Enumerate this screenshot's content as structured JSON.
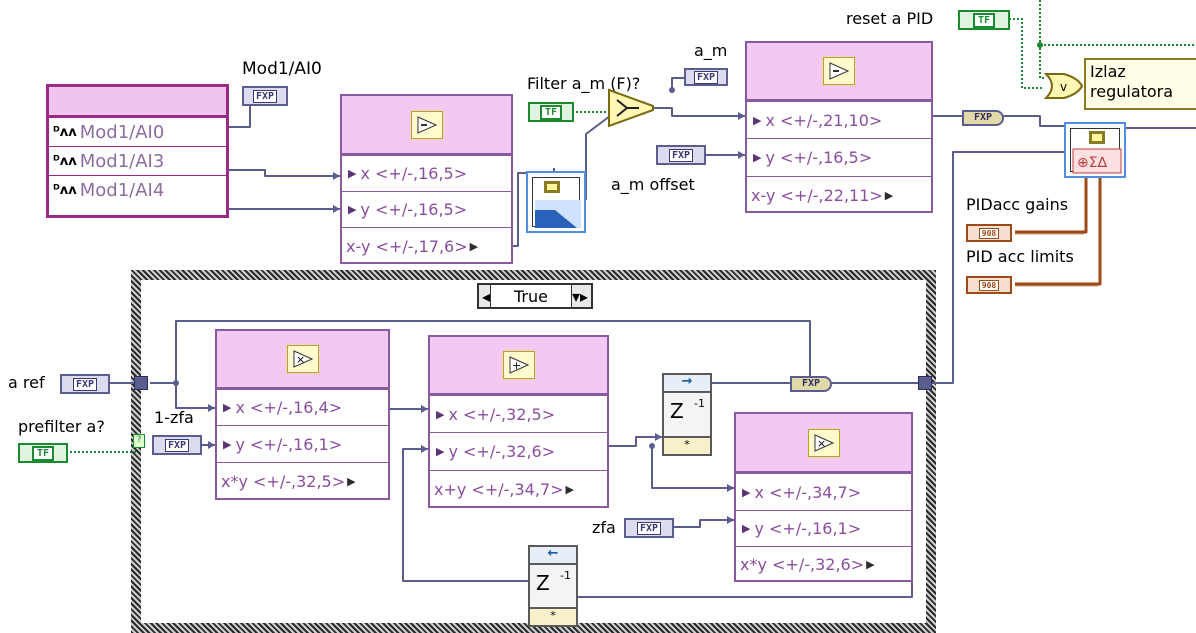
{
  "io_node": {
    "channels": [
      "Mod1/AI0",
      "Mod1/AI3",
      "Mod1/AI4"
    ]
  },
  "labels": {
    "mod1_ai0": "Mod1/AI0",
    "filter_am": "Filter a_m (F)?",
    "a_m": "a_m",
    "a_m_offset": "a_m offset",
    "reset_pid": "reset a PID",
    "izlaz_line1": "Izlaz",
    "izlaz_line2": "regulatora",
    "pid_gains": "PIDacc gains",
    "pid_limits": "PID acc limits",
    "a_ref": "a ref",
    "prefilter": "prefilter a?",
    "one_minus_zfa": "1-zfa",
    "zfa": "zfa"
  },
  "terminals": {
    "fxp": "FXP",
    "tf": "TF",
    "cluster": "908",
    "fxp_wire": "FXP"
  },
  "sub1": {
    "rows": [
      "x <+/-,16,5>",
      "y <+/-,16,5>",
      "x-y <+/-,17,6>"
    ]
  },
  "sub2": {
    "rows": [
      "x <+/-,21,10>",
      "y <+/-,16,5>",
      "x-y <+/-,22,11>"
    ]
  },
  "mul1": {
    "rows": [
      "x <+/-,16,4>",
      "y <+/-,16,1>",
      "x*y <+/-,32,5>"
    ]
  },
  "add1": {
    "rows": [
      "x <+/-,32,5>",
      "y <+/-,32,6>",
      "x+y <+/-,34,7>"
    ]
  },
  "mul2": {
    "rows": [
      "x <+/-,34,7>",
      "y <+/-,16,1>",
      "x*y <+/-,32,6>"
    ]
  },
  "case": {
    "selector": "True"
  },
  "zdelay": {
    "z": "Z",
    "sup": "-1",
    "ast": "*"
  }
}
